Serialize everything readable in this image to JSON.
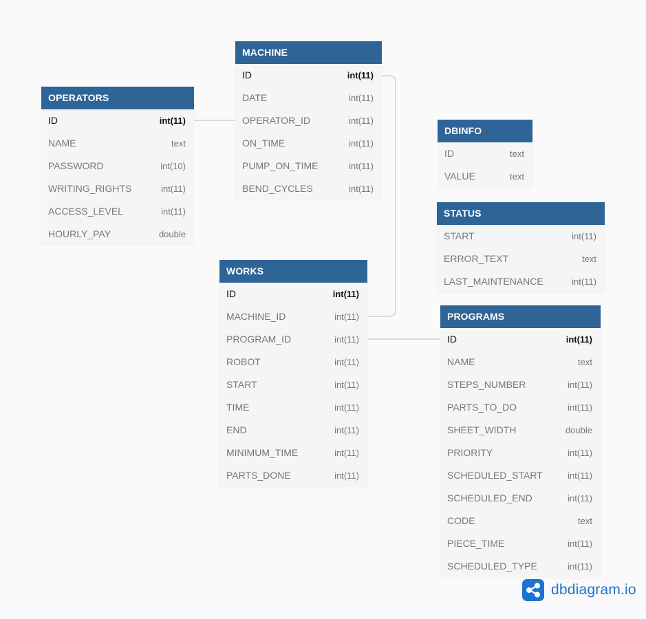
{
  "colors": {
    "header": "#2f6496",
    "edge": "#c8c8c8",
    "brand": "#1e73d0"
  },
  "tables": {
    "operators": {
      "name": "OPERATORS",
      "fields": [
        {
          "name": "ID",
          "type": "int(11)",
          "pk": true
        },
        {
          "name": "NAME",
          "type": "text"
        },
        {
          "name": "PASSWORD",
          "type": "int(10)"
        },
        {
          "name": "WRITING_RIGHTS",
          "type": "int(11)"
        },
        {
          "name": "ACCESS_LEVEL",
          "type": "int(11)"
        },
        {
          "name": "HOURLY_PAY",
          "type": "double"
        }
      ]
    },
    "machine": {
      "name": "MACHINE",
      "fields": [
        {
          "name": "ID",
          "type": "int(11)",
          "pk": true
        },
        {
          "name": "DATE",
          "type": "int(11)"
        },
        {
          "name": "OPERATOR_ID",
          "type": "int(11)"
        },
        {
          "name": "ON_TIME",
          "type": "int(11)"
        },
        {
          "name": "PUMP_ON_TIME",
          "type": "int(11)"
        },
        {
          "name": "BEND_CYCLES",
          "type": "int(11)"
        }
      ]
    },
    "dbinfo": {
      "name": "DBINFO",
      "fields": [
        {
          "name": "ID",
          "type": "text"
        },
        {
          "name": "VALUE",
          "type": "text"
        }
      ]
    },
    "status": {
      "name": "STATUS",
      "fields": [
        {
          "name": "START",
          "type": "int(11)"
        },
        {
          "name": "ERROR_TEXT",
          "type": "text"
        },
        {
          "name": "LAST_MAINTENANCE",
          "type": "int(11)"
        }
      ]
    },
    "works": {
      "name": "WORKS",
      "fields": [
        {
          "name": "ID",
          "type": "int(11)",
          "pk": true
        },
        {
          "name": "MACHINE_ID",
          "type": "int(11)"
        },
        {
          "name": "PROGRAM_ID",
          "type": "int(11)"
        },
        {
          "name": "ROBOT",
          "type": "int(11)"
        },
        {
          "name": "START",
          "type": "int(11)"
        },
        {
          "name": "TIME",
          "type": "int(11)"
        },
        {
          "name": "END",
          "type": "int(11)"
        },
        {
          "name": "MINIMUM_TIME",
          "type": "int(11)"
        },
        {
          "name": "PARTS_DONE",
          "type": "int(11)"
        }
      ]
    },
    "programs": {
      "name": "PROGRAMS",
      "fields": [
        {
          "name": "ID",
          "type": "int(11)",
          "pk": true
        },
        {
          "name": "NAME",
          "type": "text"
        },
        {
          "name": "STEPS_NUMBER",
          "type": "int(11)"
        },
        {
          "name": "PARTS_TO_DO",
          "type": "int(11)"
        },
        {
          "name": "SHEET_WIDTH",
          "type": "double"
        },
        {
          "name": "PRIORITY",
          "type": "int(11)"
        },
        {
          "name": "SCHEDULED_START",
          "type": "int(11)"
        },
        {
          "name": "SCHEDULED_END",
          "type": "int(11)"
        },
        {
          "name": "CODE",
          "type": "text"
        },
        {
          "name": "PIECE_TIME",
          "type": "int(11)"
        },
        {
          "name": "SCHEDULED_TYPE",
          "type": "int(11)"
        }
      ]
    }
  },
  "brand": {
    "icon": "share-nodes-icon",
    "text": "dbdiagram.io"
  }
}
